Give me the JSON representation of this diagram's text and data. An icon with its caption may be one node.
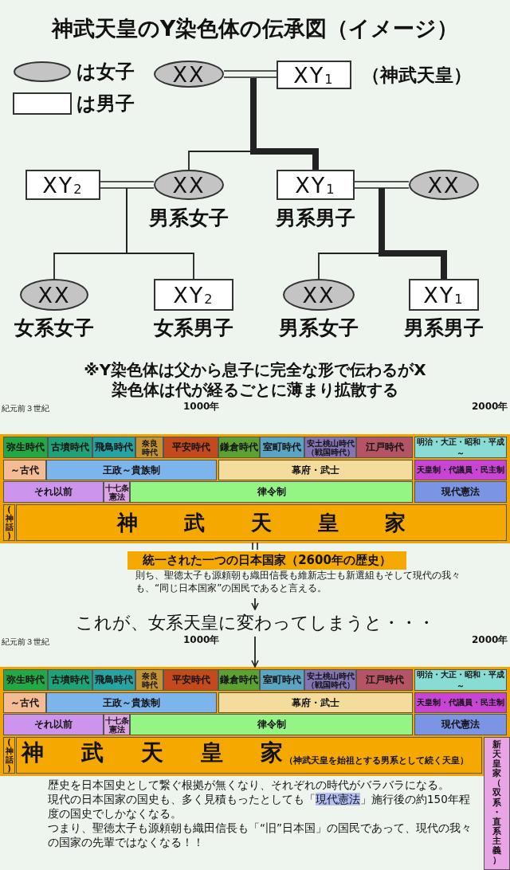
{
  "diagram": {
    "title": "神武天皇のY染色体の伝承図（イメージ）",
    "nodes": [
      {
        "text": [
          "XX"
        ]
      },
      {
        "text": [
          "XY$_{1}$"
        ],
        "beside": [
          "（神武天皇）"
        ]
      },
      {
        "text": [
          "XY$_{2}$"
        ]
      },
      {
        "text": [
          "XX"
        ],
        "beside": [
          "男系女子"
        ]
      },
      {
        "text": [
          "XY$_{1}$"
        ],
        "beside": [
          "男系男子"
        ]
      },
      {
        "text": [
          "XX"
        ]
      },
      {
        "text": [
          "XX"
        ],
        "beside": [
          "女系女子"
        ]
      },
      {
        "text": [
          "XY$_{2}$"
        ],
        "beside": [
          "女系男子"
        ]
      },
      {
        "text": [
          "XX"
        ],
        "beside": [
          "男系女子"
        ]
      },
      {
        "text": [
          "XY$_{1}$"
        ],
        "beside": [
          "男系男子"
        ]
      },
      {
        "text": [
          "弥生時代"
        ]
      },
      {
        "text": [
          "古墳時代"
        ]
      },
      {
        "text": [
          "飛鳥時代"
        ]
      },
      {
        "text": [
          "奈良時代"
        ]
      },
      {
        "text": [
          "平安時代"
        ]
      },
      {
        "text": [
          "鎌倉時代"
        ]
      },
      {
        "text": [
          "室町時代"
        ]
      },
      {
        "text": [
          "安土桃山時代（戦国時代）"
        ]
      },
      {
        "text": [
          "江戸時代"
        ]
      },
      {
        "text": [
          "明治・大正・昭和・平成～"
        ]
      },
      {
        "text": [
          "～古代"
        ]
      },
      {
        "text": [
          "王政～貴族制"
        ]
      },
      {
        "text": [
          "幕府・武士"
        ]
      },
      {
        "text": [
          "天皇制・代議員・民主制"
        ]
      },
      {
        "text": [
          "それ以前"
        ]
      },
      {
        "text": [
          "十七条憲法"
        ]
      },
      {
        "text": [
          "律令制"
        ]
      },
      {
        "text": [
          "現代憲法"
        ]
      },
      {
        "text": [
          "(神話)"
        ]
      },
      {
        "text": [
          "神武天皇家"
        ]
      },
      {
        "text": [
          "統一された一つの日本国家（2600年の歴史）"
        ]
      },
      {
        "text": [
          "則ち、聖徳太子も源頼朝も織田信長も維新志士も新選組もそして現代の我々も、“同じ日本国家”の国民であると言える。"
        ]
      },
      {
        "text": [
          "これが、女系天皇に変わってしまうと・・・"
        ]
      },
      {
        "text": [
          "弥生時代"
        ]
      },
      {
        "text": [
          "古墳時代"
        ]
      },
      {
        "text": [
          "飛鳥時代"
        ]
      },
      {
        "text": [
          "奈良時代"
        ]
      },
      {
        "text": [
          "平安時代"
        ]
      },
      {
        "text": [
          "鎌倉時代"
        ]
      },
      {
        "text": [
          "室町時代"
        ]
      },
      {
        "text": [
          "安土桃山時代（戦国時代）"
        ]
      },
      {
        "text": [
          "江戸時代"
        ]
      },
      {
        "text": [
          "明治・大正・昭和・平成～"
        ]
      },
      {
        "text": [
          "～古代"
        ]
      },
      {
        "text": [
          "王政～貴族制"
        ]
      },
      {
        "text": [
          "幕府・武士"
        ]
      },
      {
        "text": [
          "天皇制・代議員・民主制"
        ]
      },
      {
        "text": [
          "それ以前"
        ]
      },
      {
        "text": [
          "十七条憲法"
        ]
      },
      {
        "text": [
          "律令制"
        ]
      },
      {
        "text": [
          "現代憲法"
        ]
      },
      {
        "text": [
          "(神話)"
        ]
      },
      {
        "text": [
          "神武天皇家",
          "（神武天皇を始祖とする男系として続く天皇）"
        ]
      },
      {
        "text": [
          "新天皇家（双系・直系主義）"
        ]
      }
    ],
    "edges": [
      {
        "from": 0,
        "to": 1,
        "arrow": "none"
      },
      {
        "from": 1,
        "to": 3,
        "arrow": "none"
      },
      {
        "from": 1,
        "to": 4,
        "arrow": "none",
        "style": "thick"
      },
      {
        "from": 2,
        "to": 3,
        "arrow": "none"
      },
      {
        "from": 4,
        "to": 5,
        "arrow": "none"
      },
      {
        "from": 3,
        "to": 6,
        "arrow": "none"
      },
      {
        "from": 3,
        "to": 7,
        "arrow": "none"
      },
      {
        "from": 4,
        "to": 8,
        "arrow": "none"
      },
      {
        "from": 4,
        "to": 9,
        "arrow": "none",
        "style": "thick"
      },
      {
        "from": 29,
        "to": 30,
        "arrow": "none"
      },
      {
        "from": 31,
        "to": 32,
        "arrow": "to"
      },
      {
        "from": 32,
        "to": 38,
        "arrow": "to"
      }
    ],
    "labels": [
      "※Y染色体は父から息子に完全な形で伝わるがX染色体は代が経るごとに薄まり拡散する",
      "紀元前３世紀",
      "1000年",
      "2000年",
      "紀元前３世紀",
      "1000年",
      "2000年",
      "歴史を日本国史として繋ぐ根拠が無くなり、それぞれの時代がバラバラになる。",
      "現代の日本国家の国史も、多く見積もったとしても「**現代憲法**」施行後の約150年程度の国史でしかなくなる。",
      "つまり、聖徳太子も源頼朝も織田信長も「“旧”日本国」の国民であって、現代の我々の国家の先輩ではなくなる！！"
    ],
    "legend": [
      {
        "text": "は女子"
      },
      {
        "text": "は男子"
      }
    ]
  }
}
